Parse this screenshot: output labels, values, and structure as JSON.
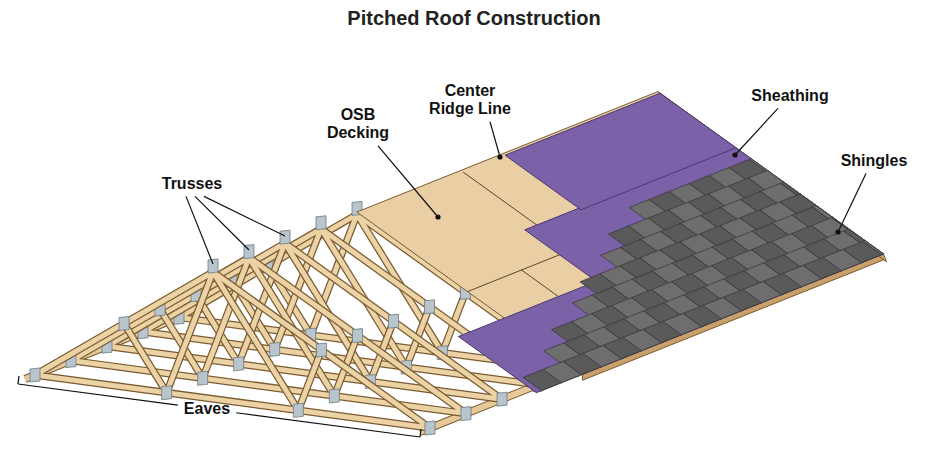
{
  "diagram": {
    "title": "Pitched Roof Construction",
    "labels": [
      "Trusses",
      "OSB Decking",
      "Center Ridge Line",
      "Sheathing",
      "Shingles",
      "Eaves"
    ]
  }
}
